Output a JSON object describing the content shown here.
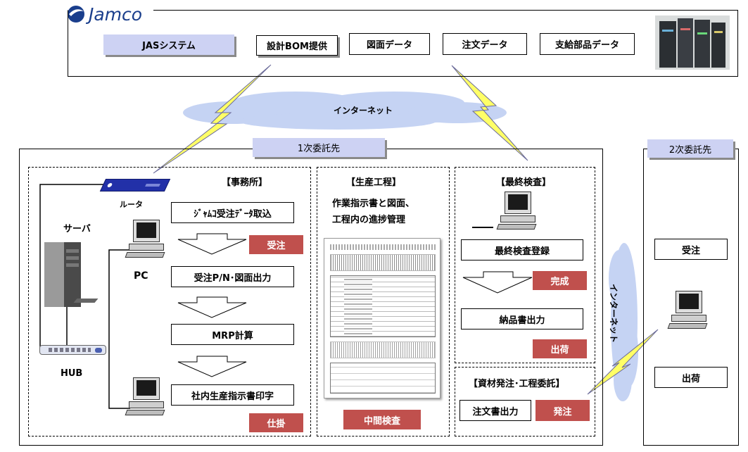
{
  "header": {
    "logo_text": "Jamco",
    "system_label": "JASシステム",
    "data_items": [
      "設計BOM提供",
      "図面データ",
      "注文データ",
      "支給部品データ"
    ]
  },
  "network": {
    "internet_top": "インターネット",
    "internet_right": "インターネット"
  },
  "primary": {
    "title": "1次委託先",
    "office": {
      "title": "【事務所】",
      "router_label": "ルータ",
      "server_label": "サーバ",
      "pc_label": "PC",
      "hub_label": "HUB",
      "steps": [
        "ｼﾞｬﾑｺ受注ﾃﾞｰﾀ取込",
        "受注P/N･図面出力",
        "MRP計算",
        "社内生産指示書印字"
      ],
      "status_received": "受注",
      "status_wip": "仕掛"
    },
    "production": {
      "title": "【生産工程】",
      "desc_line1": "作業指示書と図面、",
      "desc_line2": "工程内の進捗管理",
      "status_inspection": "中間検査"
    },
    "final_inspection": {
      "title": "【最終検査】",
      "step_register": "最終検査登録",
      "step_delivery": "納品書出力",
      "status_complete": "完成",
      "status_ship": "出荷"
    },
    "materials": {
      "title": "【資材発注･工程委託】",
      "step_order": "注文書出力",
      "status_order": "発注"
    }
  },
  "secondary": {
    "title": "2次委託先",
    "received": "受注",
    "ship": "出荷"
  }
}
